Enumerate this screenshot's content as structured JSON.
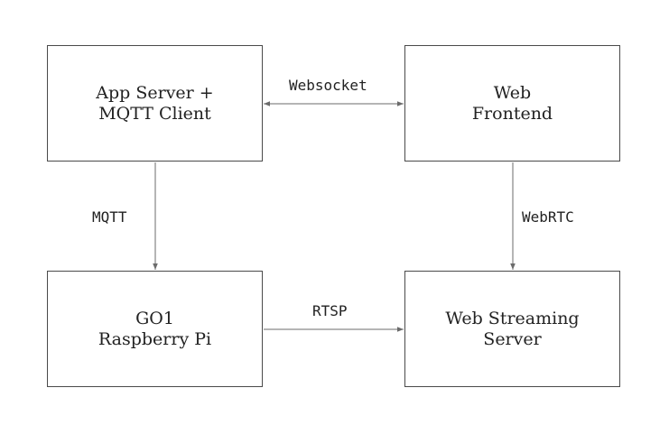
{
  "nodes": {
    "app_server": {
      "lines": [
        "App Server +",
        "MQTT Client"
      ]
    },
    "web_frontend": {
      "lines": [
        "Web",
        "Frontend"
      ]
    },
    "go1": {
      "lines": [
        "GO1",
        "Raspberry Pi"
      ]
    },
    "web_streaming": {
      "lines": [
        "Web Streaming",
        "Server"
      ]
    }
  },
  "edges": {
    "websocket": {
      "label": "Websocket",
      "from": "app_server",
      "to": "web_frontend",
      "direction": "bidirectional"
    },
    "mqtt": {
      "label": "MQTT",
      "from": "app_server",
      "to": "go1",
      "direction": "forward"
    },
    "webrtc": {
      "label": "WebRTC",
      "from": "web_frontend",
      "to": "web_streaming",
      "direction": "forward"
    },
    "rtsp": {
      "label": "RTSP",
      "from": "go1",
      "to": "web_streaming",
      "direction": "forward"
    }
  },
  "colors": {
    "line": "#6b6b6b",
    "border": "#4a4a4a",
    "text": "#222222",
    "background": "#ffffff"
  }
}
